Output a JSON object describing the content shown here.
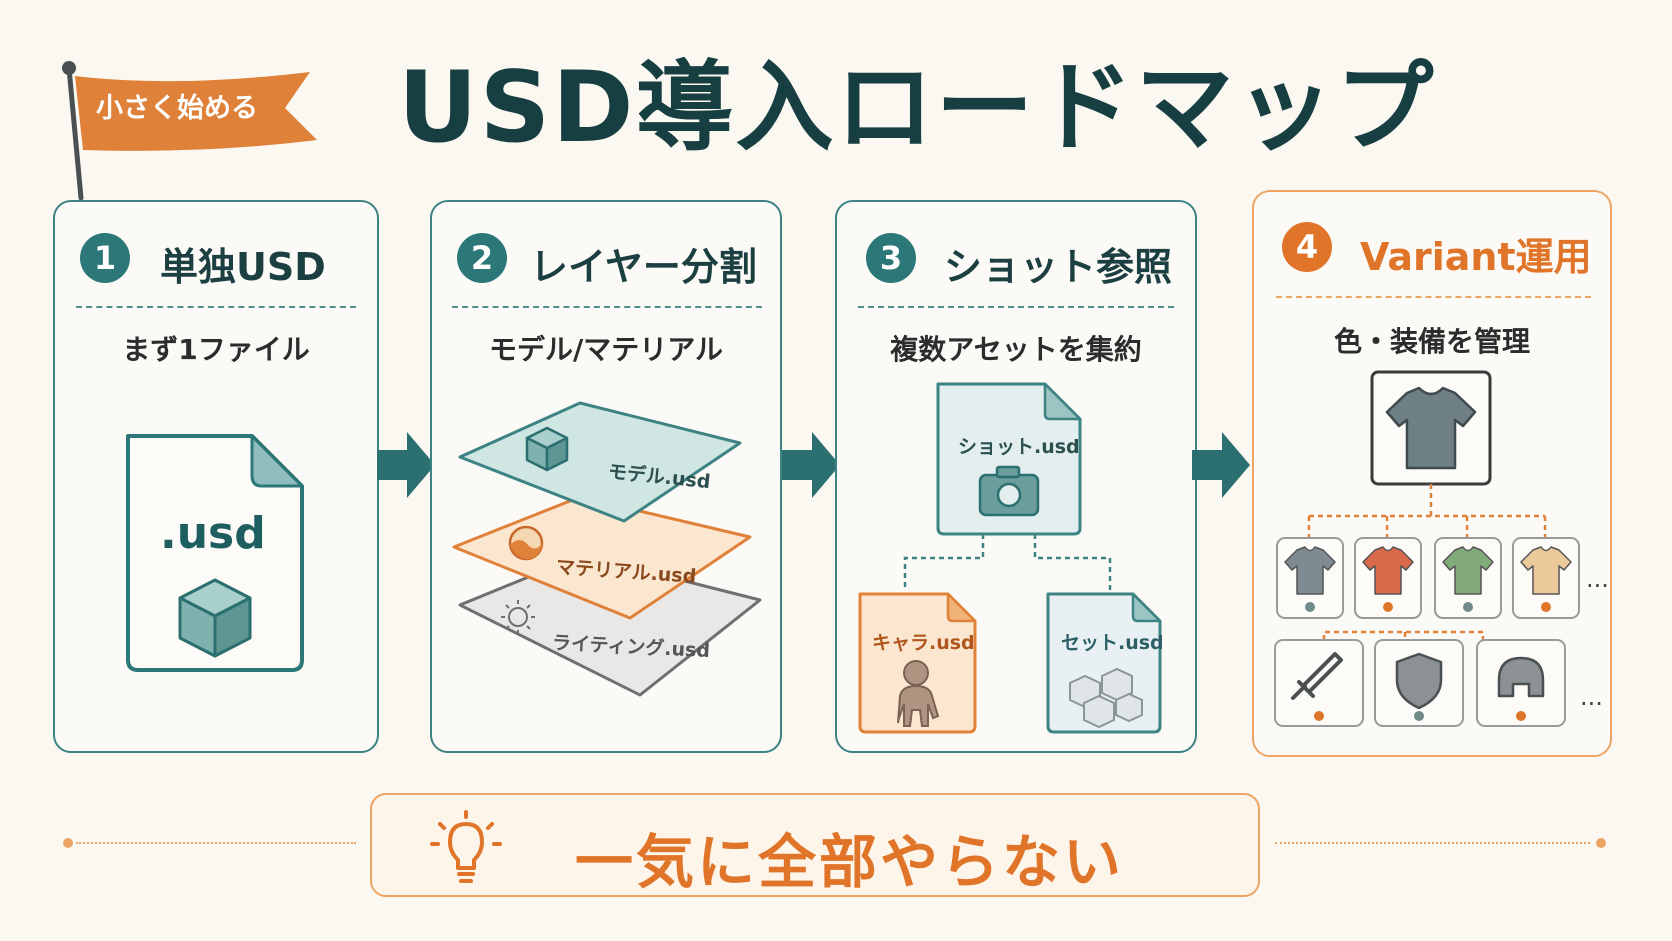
{
  "title": "USD導入ロードマップ",
  "flag": "小さく始める",
  "steps": [
    {
      "num": "1",
      "title": "単独USD",
      "subtitle": "まず1ファイル",
      "file_label": ".usd"
    },
    {
      "num": "2",
      "title": "レイヤー分割",
      "subtitle": "モデル/マテリアル",
      "layers": [
        "モデル.usd",
        "マテリアル.usd",
        "ライティング.usd"
      ]
    },
    {
      "num": "3",
      "title": "ショット参照",
      "subtitle": "複数アセットを集約",
      "shot_file": "ショット.usd",
      "refs": [
        "キャラ.usd",
        "セット.usd"
      ]
    },
    {
      "num": "4",
      "title": "Variant運用",
      "subtitle": "色・装備を管理",
      "ellipsis": "..."
    }
  ],
  "banner": "一気に全部やらない",
  "colors": {
    "teal": "#2c7778",
    "dark_teal": "#173f41",
    "orange": "#e07428",
    "background": "#fbf8f2"
  },
  "variant_shirts": [
    "#7e8b93",
    "#d8694a",
    "#82aa78",
    "#ecc99b"
  ],
  "variant_dots": [
    "#6f8a88",
    "#e07428",
    "#6f8a88",
    "#e07428"
  ],
  "equipment": [
    {
      "icon": "sword-icon",
      "dot": "#e07428"
    },
    {
      "icon": "shield-icon",
      "dot": "#6f8a88"
    },
    {
      "icon": "helmet-icon",
      "dot": "#e07428"
    }
  ]
}
